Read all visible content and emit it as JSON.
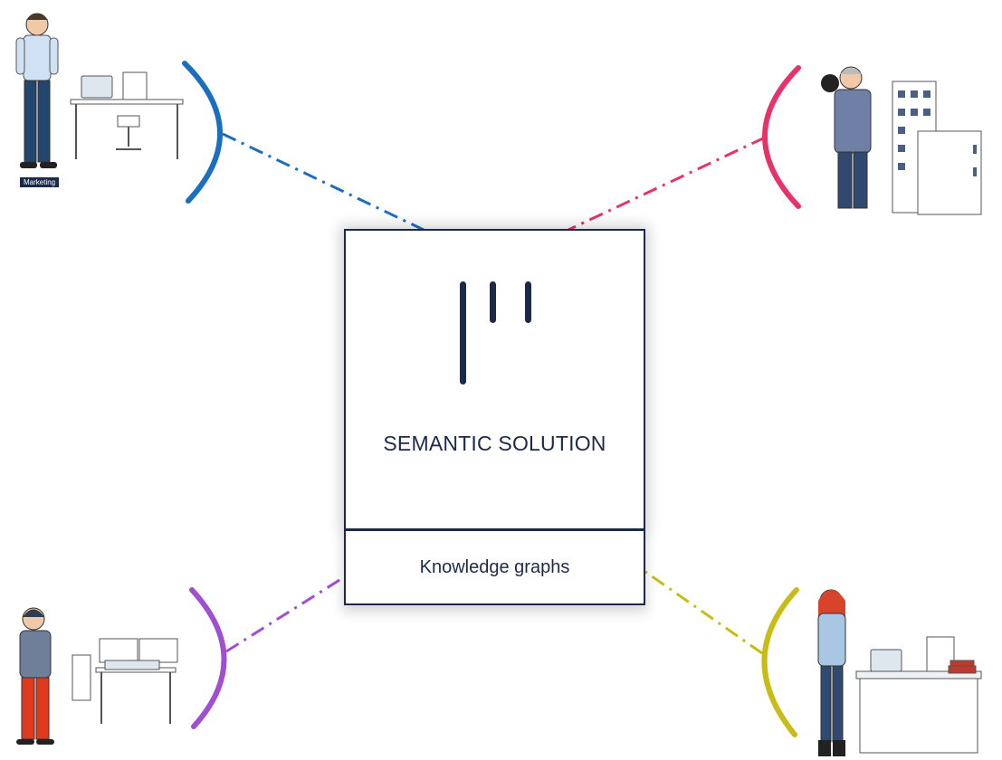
{
  "center": {
    "title": "SEMANTIC SOLUTION",
    "subtitle": "Knowledge graphs"
  },
  "personas": {
    "top_left": {
      "tag": "Marketing",
      "color": "#1a6fc0"
    },
    "top_right": {
      "color": "#e8336a"
    },
    "bottom_left": {
      "color": "#a04fd0"
    },
    "bottom_right": {
      "color": "#c9bc16"
    }
  },
  "colors": {
    "navy": "#1c2a48"
  }
}
